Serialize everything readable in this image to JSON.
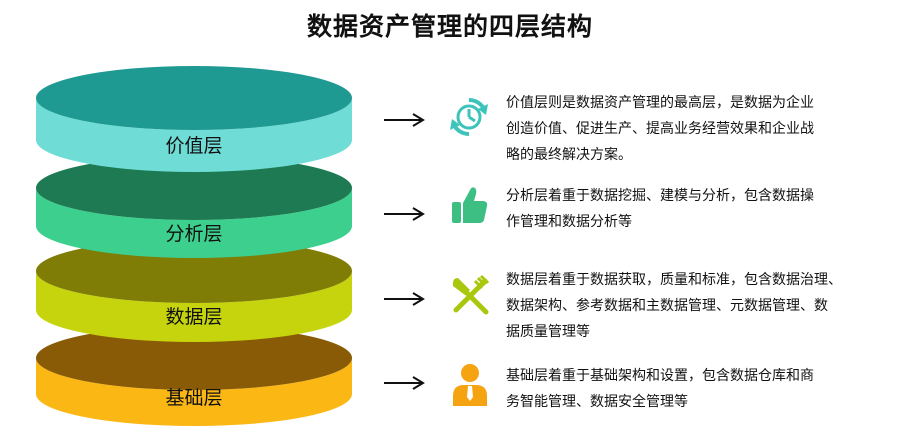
{
  "title": "数据资产管理的四层结构",
  "colors": {
    "value_top": "#1f9a93",
    "value_side": "#6fdcd6",
    "analysis_top": "#1d7a53",
    "analysis_side": "#3dcf8e",
    "data_top": "#7f7d06",
    "data_side": "#c6d40e",
    "base_top": "#8a5b06",
    "base_side": "#fbb714",
    "icon_teal": "#3cc4ba",
    "icon_green": "#3dbf84",
    "icon_lime": "#a9c70c",
    "icon_orange": "#f6a312"
  },
  "layers": [
    {
      "label": "价值层",
      "icon": "refresh-clock-icon",
      "lines": [
        "价值层则是数据资产管理的最高层，是数据为企业",
        "创造价值、促进生产、提高业务经营效果和企业战",
        "略的最终解决方案。"
      ]
    },
    {
      "label": "分析层",
      "icon": "thumbs-up-icon",
      "lines": [
        "分析层着重于数据挖掘、建模与分析，包含数据操",
        "作管理和数据分析等"
      ]
    },
    {
      "label": "数据层",
      "icon": "fork-knife-icon",
      "lines": [
        "数据层着重于数据获取，质量和标准，包含数据治理、",
        "数据架构、参考数据和主数据管理、元数据管理、数",
        "据质量管理等"
      ]
    },
    {
      "label": "基础层",
      "icon": "user-icon",
      "lines": [
        "基础层着重于基础架构和设置，包含数据仓库和商",
        "务智能管理、数据安全管理等"
      ]
    }
  ]
}
